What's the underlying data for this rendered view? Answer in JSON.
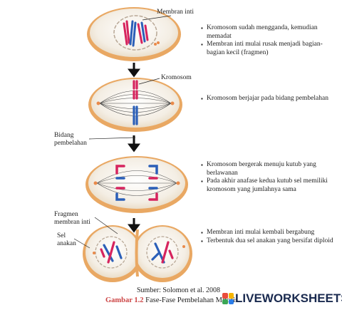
{
  "labels": {
    "nuclear_membrane": "Membran inti",
    "chromosome": "Kromosom",
    "division_plane": "Bidang\npembelahan",
    "fragments": "Fragmen\nmembran inti",
    "daughter_cell": "Sel\nanakan"
  },
  "stages": [
    {
      "bullets": [
        "Kromosom sudah mengganda, kemudian memadat",
        "Membran inti mulai rusak menjadi bagian-bagian kecil (fragmen)"
      ]
    },
    {
      "bullets": [
        "Kromosom berjajar pada bidang pembelahan"
      ]
    },
    {
      "bullets": [
        "Kromosom bergerak menuju kutub yang berlawanan",
        "Pada akhir anafase kedua kutub sel memiliki kromosom yang jumlahnya sama"
      ]
    },
    {
      "bullets": [
        "Membran inti mulai kembali bergabung",
        "Terbentuk dua sel anakan yang bersifat diploid"
      ]
    }
  ],
  "source_text": "Sumber: Solomon et al. 2008",
  "caption": {
    "number": "Gambar 1.2",
    "title": "Fase-Fase Pembelahan Mitosis"
  },
  "watermark": "LIVEWORKSHEETS",
  "colors": {
    "cell_fill": "#f7f1e6",
    "cell_rim": "#e8a860",
    "chromosome_red": "#d6245e",
    "chromosome_blue": "#2b5fb8",
    "arrow": "#111111",
    "caption_red": "#cc4444"
  }
}
